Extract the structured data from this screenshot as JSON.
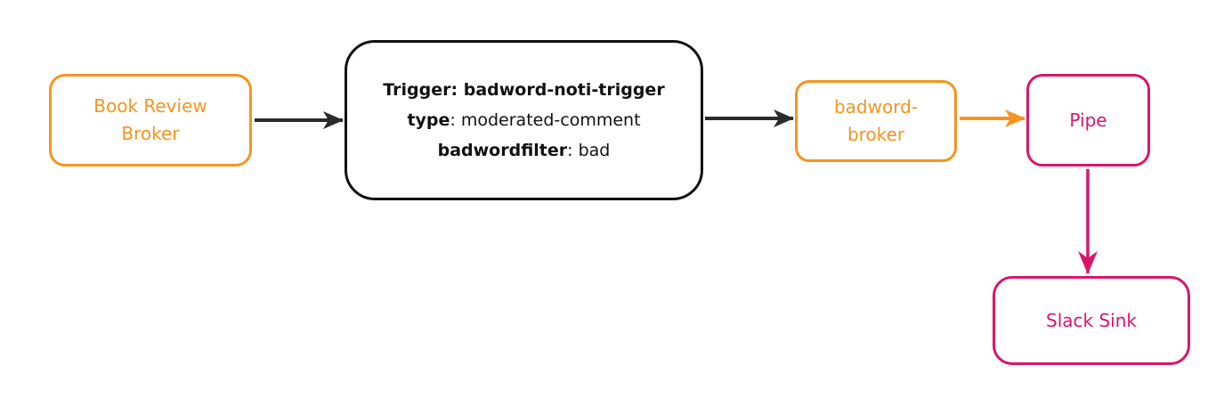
{
  "colors": {
    "orange": "#F5941F",
    "pink": "#D9156C",
    "black": "#111111",
    "arrow-dark": "#2B2B2B"
  },
  "nodes": {
    "book_review_broker": {
      "label": "Book Review Broker"
    },
    "trigger": {
      "line1_bold": "Trigger: badword-noti-trigger",
      "line2_bold": "type",
      "line2_regular": ": moderated-comment",
      "line3_bold": "badwordfilter",
      "line3_regular": ": bad"
    },
    "badword_broker": {
      "label": "badword-broker"
    },
    "pipe": {
      "label": "Pipe"
    },
    "slack_sink": {
      "label": "Slack Sink"
    }
  },
  "edges": [
    {
      "from": "Book Review Broker",
      "to": "Trigger: badword-noti-trigger",
      "color": "#2B2B2B"
    },
    {
      "from": "Trigger: badword-noti-trigger",
      "to": "badword-broker",
      "color": "#2B2B2B"
    },
    {
      "from": "badword-broker",
      "to": "Pipe",
      "color": "#F5941F"
    },
    {
      "from": "Pipe",
      "to": "Slack Sink",
      "color": "#D9156C"
    }
  ]
}
